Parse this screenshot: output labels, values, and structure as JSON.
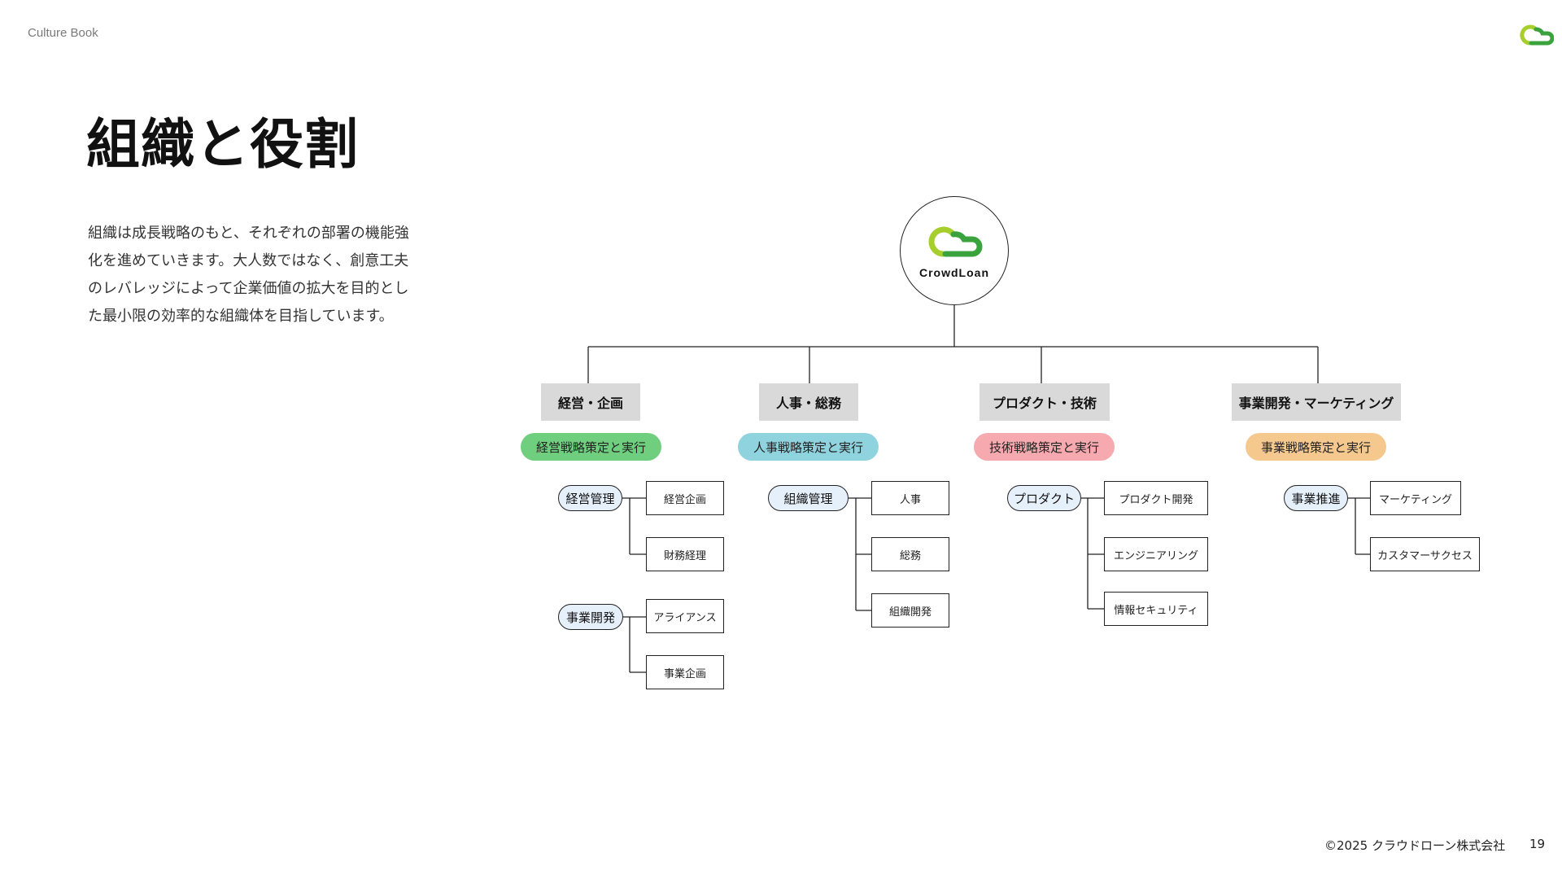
{
  "header": {
    "brand": "Culture Book",
    "logo_icon": "crowdloan-cloud-icon"
  },
  "title": "組織と役割",
  "description": [
    "組織は成長戦略のもと、それぞれの部署の機能強",
    "化を進めていきます。大人数ではなく、創意工夫",
    "のレバレッジによって企業価値の拡大を目的とし",
    "た最小限の効率的な組織体を目指しています。"
  ],
  "org": {
    "root": "CrowdLoan",
    "departments": [
      {
        "name": "経営・企画",
        "mission": "経営戦略策定と実行",
        "mission_color": "#6fcf7f",
        "groups": [
          {
            "name": "経営管理",
            "teams": [
              "経営企画",
              "財務経理"
            ]
          },
          {
            "name": "事業開発",
            "teams": [
              "アライアンス",
              "事業企画"
            ]
          }
        ]
      },
      {
        "name": "人事・総務",
        "mission": "人事戦略策定と実行",
        "mission_color": "#8fd3df",
        "groups": [
          {
            "name": "組織管理",
            "teams": [
              "人事",
              "総務",
              "組織開発"
            ]
          }
        ]
      },
      {
        "name": "プロダクト・技術",
        "mission": "技術戦略策定と実行",
        "mission_color": "#f6a9ae",
        "groups": [
          {
            "name": "プロダクト",
            "teams": [
              "プロダクト開発",
              "エンジニアリング",
              "情報セキュリティ"
            ]
          }
        ]
      },
      {
        "name": "事業開発・マーケティング",
        "mission": "事業戦略策定と実行",
        "mission_color": "#f5c98e",
        "groups": [
          {
            "name": "事業推進",
            "teams": [
              "マーケティング",
              "カスタマーサクセス"
            ]
          }
        ]
      }
    ]
  },
  "colors": {
    "dept_bg": "#d9d9d9",
    "group_bg": "#e6f0fb",
    "logo_green_light": "#a6cf2e",
    "logo_green_dark": "#3aa33d"
  },
  "footer": {
    "copyright": "©2025 クラウドローン株式会社",
    "page": "19"
  }
}
